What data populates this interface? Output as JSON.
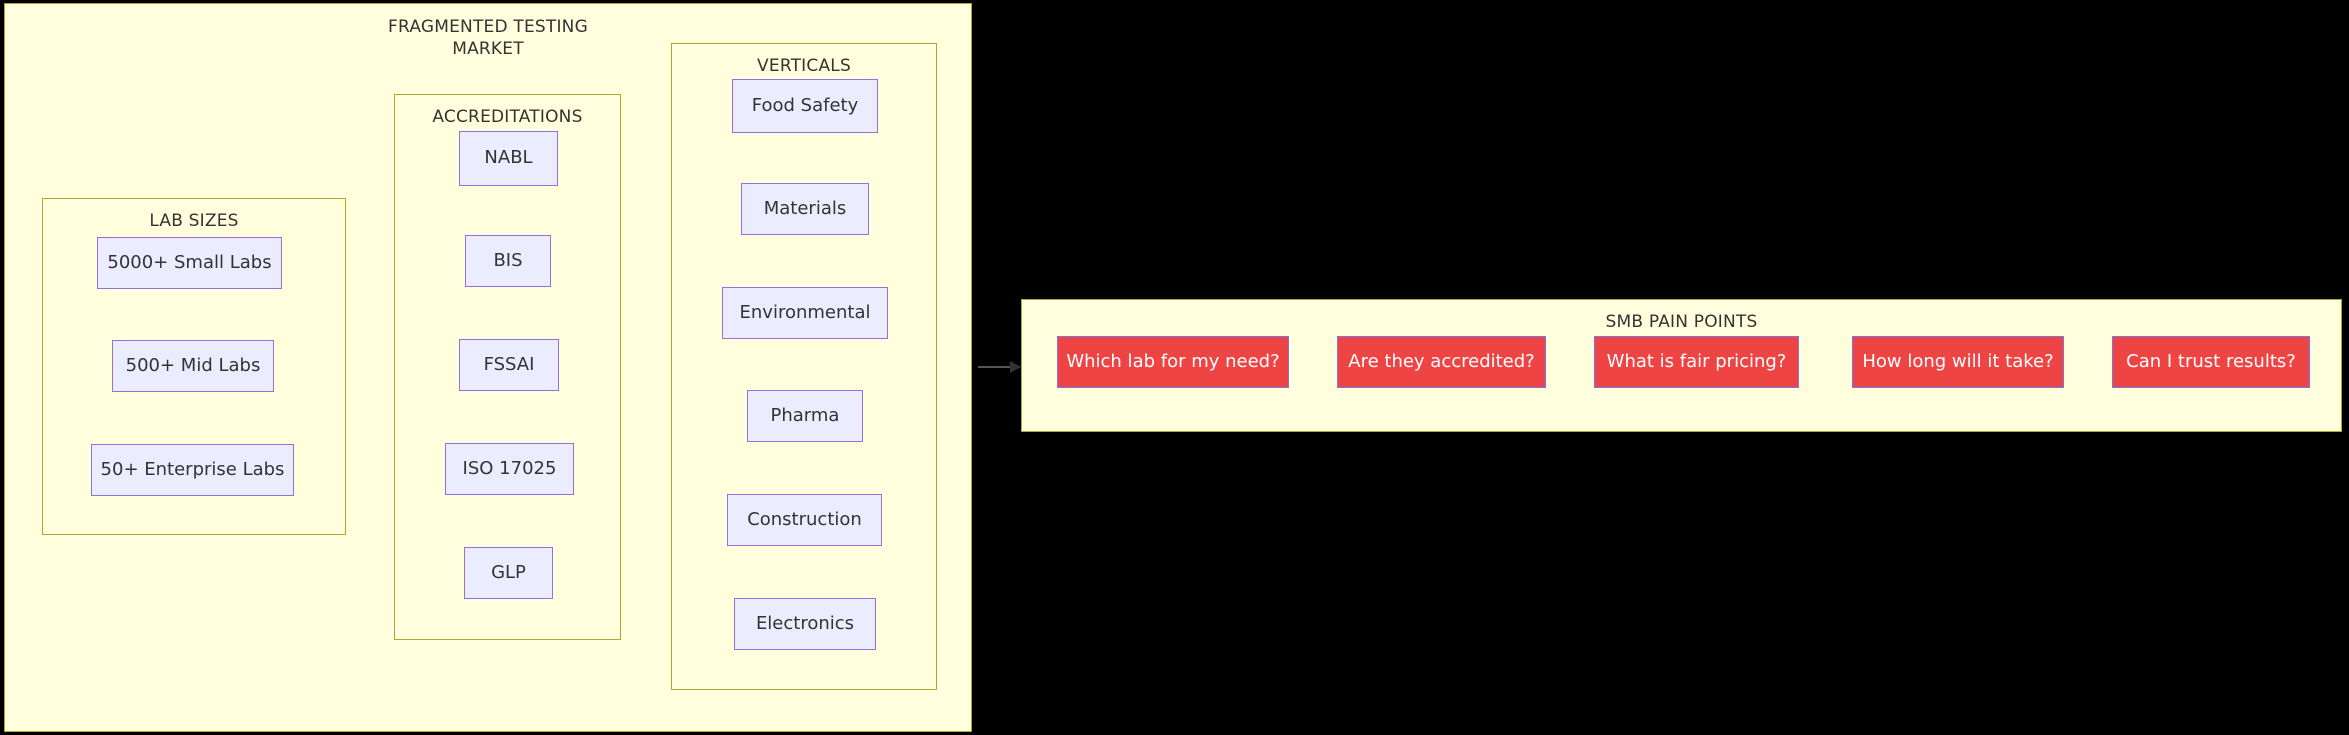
{
  "diagram": {
    "background_color": "#000000",
    "cluster_fill": "#ffffde",
    "cluster_stroke": "#aaaa33",
    "node_fill": "#ececff",
    "node_stroke": "#9370db",
    "pain_fill": "#ef4444",
    "pain_stroke": "#7c74e0",
    "text_color": "#333333",
    "pain_text_color": "#ffffff",
    "edge_color": "#555555"
  },
  "market": {
    "title": "FRAGMENTED TESTING\nMARKET",
    "lab_sizes": {
      "title": "LAB SIZES",
      "items": [
        {
          "label": "5000+ Small Labs"
        },
        {
          "label": "500+ Mid Labs"
        },
        {
          "label": "50+ Enterprise Labs"
        }
      ]
    },
    "accreditations": {
      "title": "ACCREDITATIONS",
      "items": [
        {
          "label": "NABL"
        },
        {
          "label": "BIS"
        },
        {
          "label": "FSSAI"
        },
        {
          "label": "ISO 17025"
        },
        {
          "label": "GLP"
        }
      ]
    },
    "verticals": {
      "title": "VERTICALS",
      "items": [
        {
          "label": "Food Safety"
        },
        {
          "label": "Materials"
        },
        {
          "label": "Environmental"
        },
        {
          "label": "Pharma"
        },
        {
          "label": "Construction"
        },
        {
          "label": "Electronics"
        }
      ]
    }
  },
  "pain_points": {
    "title": "SMB PAIN POINTS",
    "items": [
      {
        "label": "Which lab for my need?"
      },
      {
        "label": "Are they accredited?"
      },
      {
        "label": "What is fair pricing?"
      },
      {
        "label": "How long will it take?"
      },
      {
        "label": "Can I trust results?"
      }
    ]
  }
}
